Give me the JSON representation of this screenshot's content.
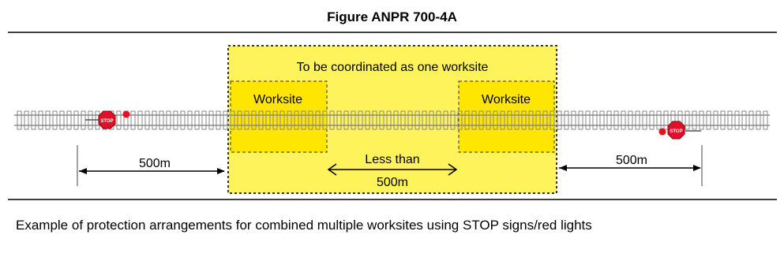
{
  "figure": {
    "title": "Figure ANPR 700-4A",
    "coordinated_label": "To be coordinated as one worksite",
    "worksite_left_label": "Worksite",
    "worksite_right_label": "Worksite",
    "dist_left": "500m",
    "dist_right": "500m",
    "dist_middle_line1": "Less than",
    "dist_middle_line2": "500m",
    "stop_sign_text": "STOP",
    "caption": "Example of protection arrangements for combined multiple worksites using STOP signs/red lights"
  },
  "colors": {
    "zone_fill": "#fff35c",
    "worksite_fill": "#ffe600",
    "stop_red": "#e0102a",
    "light_red": "#e81020",
    "rail_gray": "#8a8a8a"
  }
}
